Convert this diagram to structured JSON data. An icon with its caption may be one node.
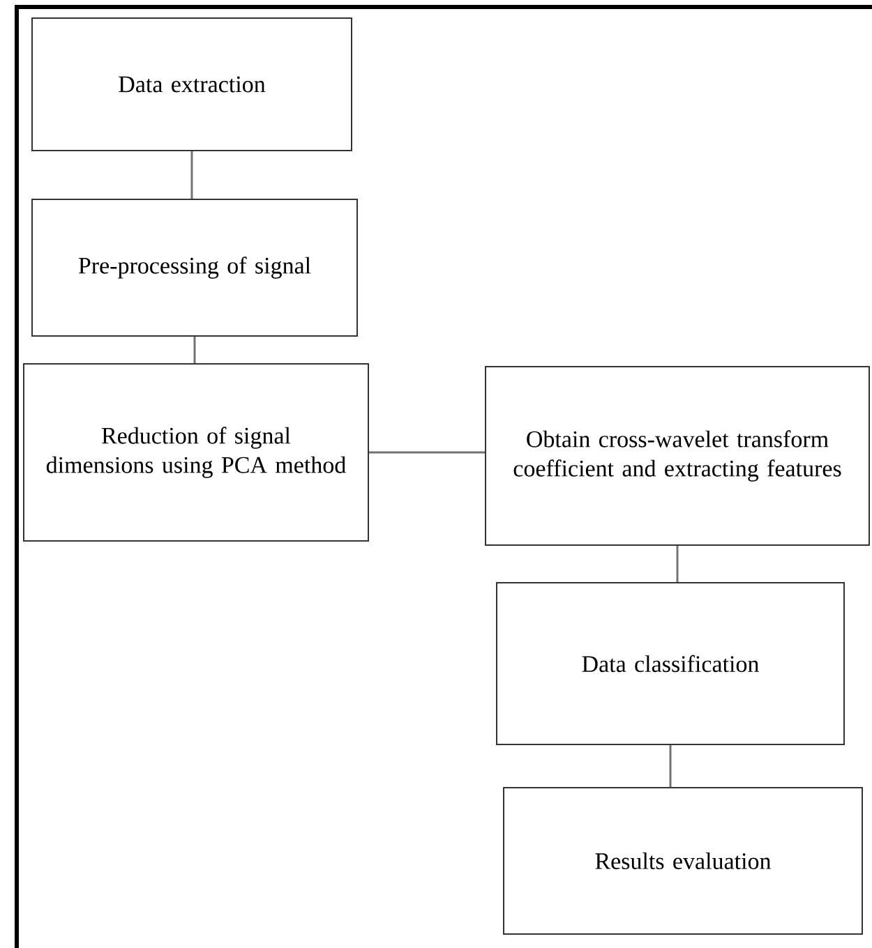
{
  "diagram": {
    "nodes": [
      {
        "text": [
          "Data extraction"
        ]
      },
      {
        "text": [
          "Pre-processing of signal"
        ]
      },
      {
        "text": [
          "Reduction of signal dimensions using PCA method"
        ]
      },
      {
        "text": [
          "Obtain cross-wavelet transform coefficient and extracting features"
        ]
      },
      {
        "text": [
          "Data classification"
        ]
      },
      {
        "text": [
          "Results evaluation"
        ]
      }
    ],
    "edges": [
      {
        "from": 0,
        "to": 1,
        "arrow": "none"
      },
      {
        "from": 1,
        "to": 2,
        "arrow": "none"
      },
      {
        "from": 2,
        "to": 3,
        "arrow": "none"
      },
      {
        "from": 3,
        "to": 4,
        "arrow": "none"
      },
      {
        "from": 4,
        "to": 5,
        "arrow": "none"
      }
    ]
  }
}
